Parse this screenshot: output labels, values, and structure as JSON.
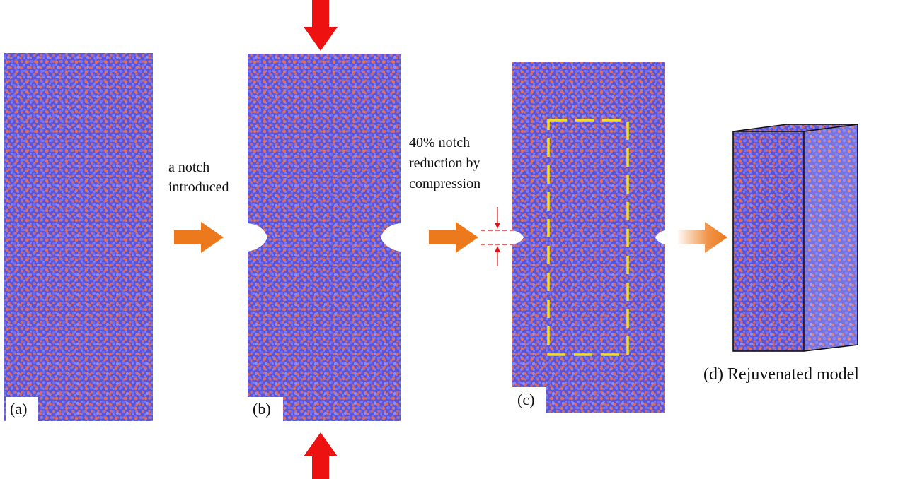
{
  "panels": {
    "a": {
      "label": "(a)"
    },
    "b": {
      "label": "(b)"
    },
    "c": {
      "label": "(c)"
    },
    "d": {
      "label": "(d) Rejuvenated model"
    }
  },
  "steps": {
    "notch_line1": "a notch",
    "notch_line2": "introduced",
    "compress_line1": "40% notch",
    "compress_line2": "reduction by",
    "compress_line3": "compression"
  },
  "colors": {
    "atom_base": "#5a55d8",
    "atom_blue": "#6b6cf2",
    "atom_red": "#e0705a",
    "step_arrow": "#ec7a1c",
    "load_arrow": "#ee1111",
    "dashed_box": "#f0e020",
    "dimension_marks": "#dd1111"
  },
  "icons": {
    "step_arrow": "orange-right-arrow",
    "load_arrow": "red-compression-arrow"
  }
}
